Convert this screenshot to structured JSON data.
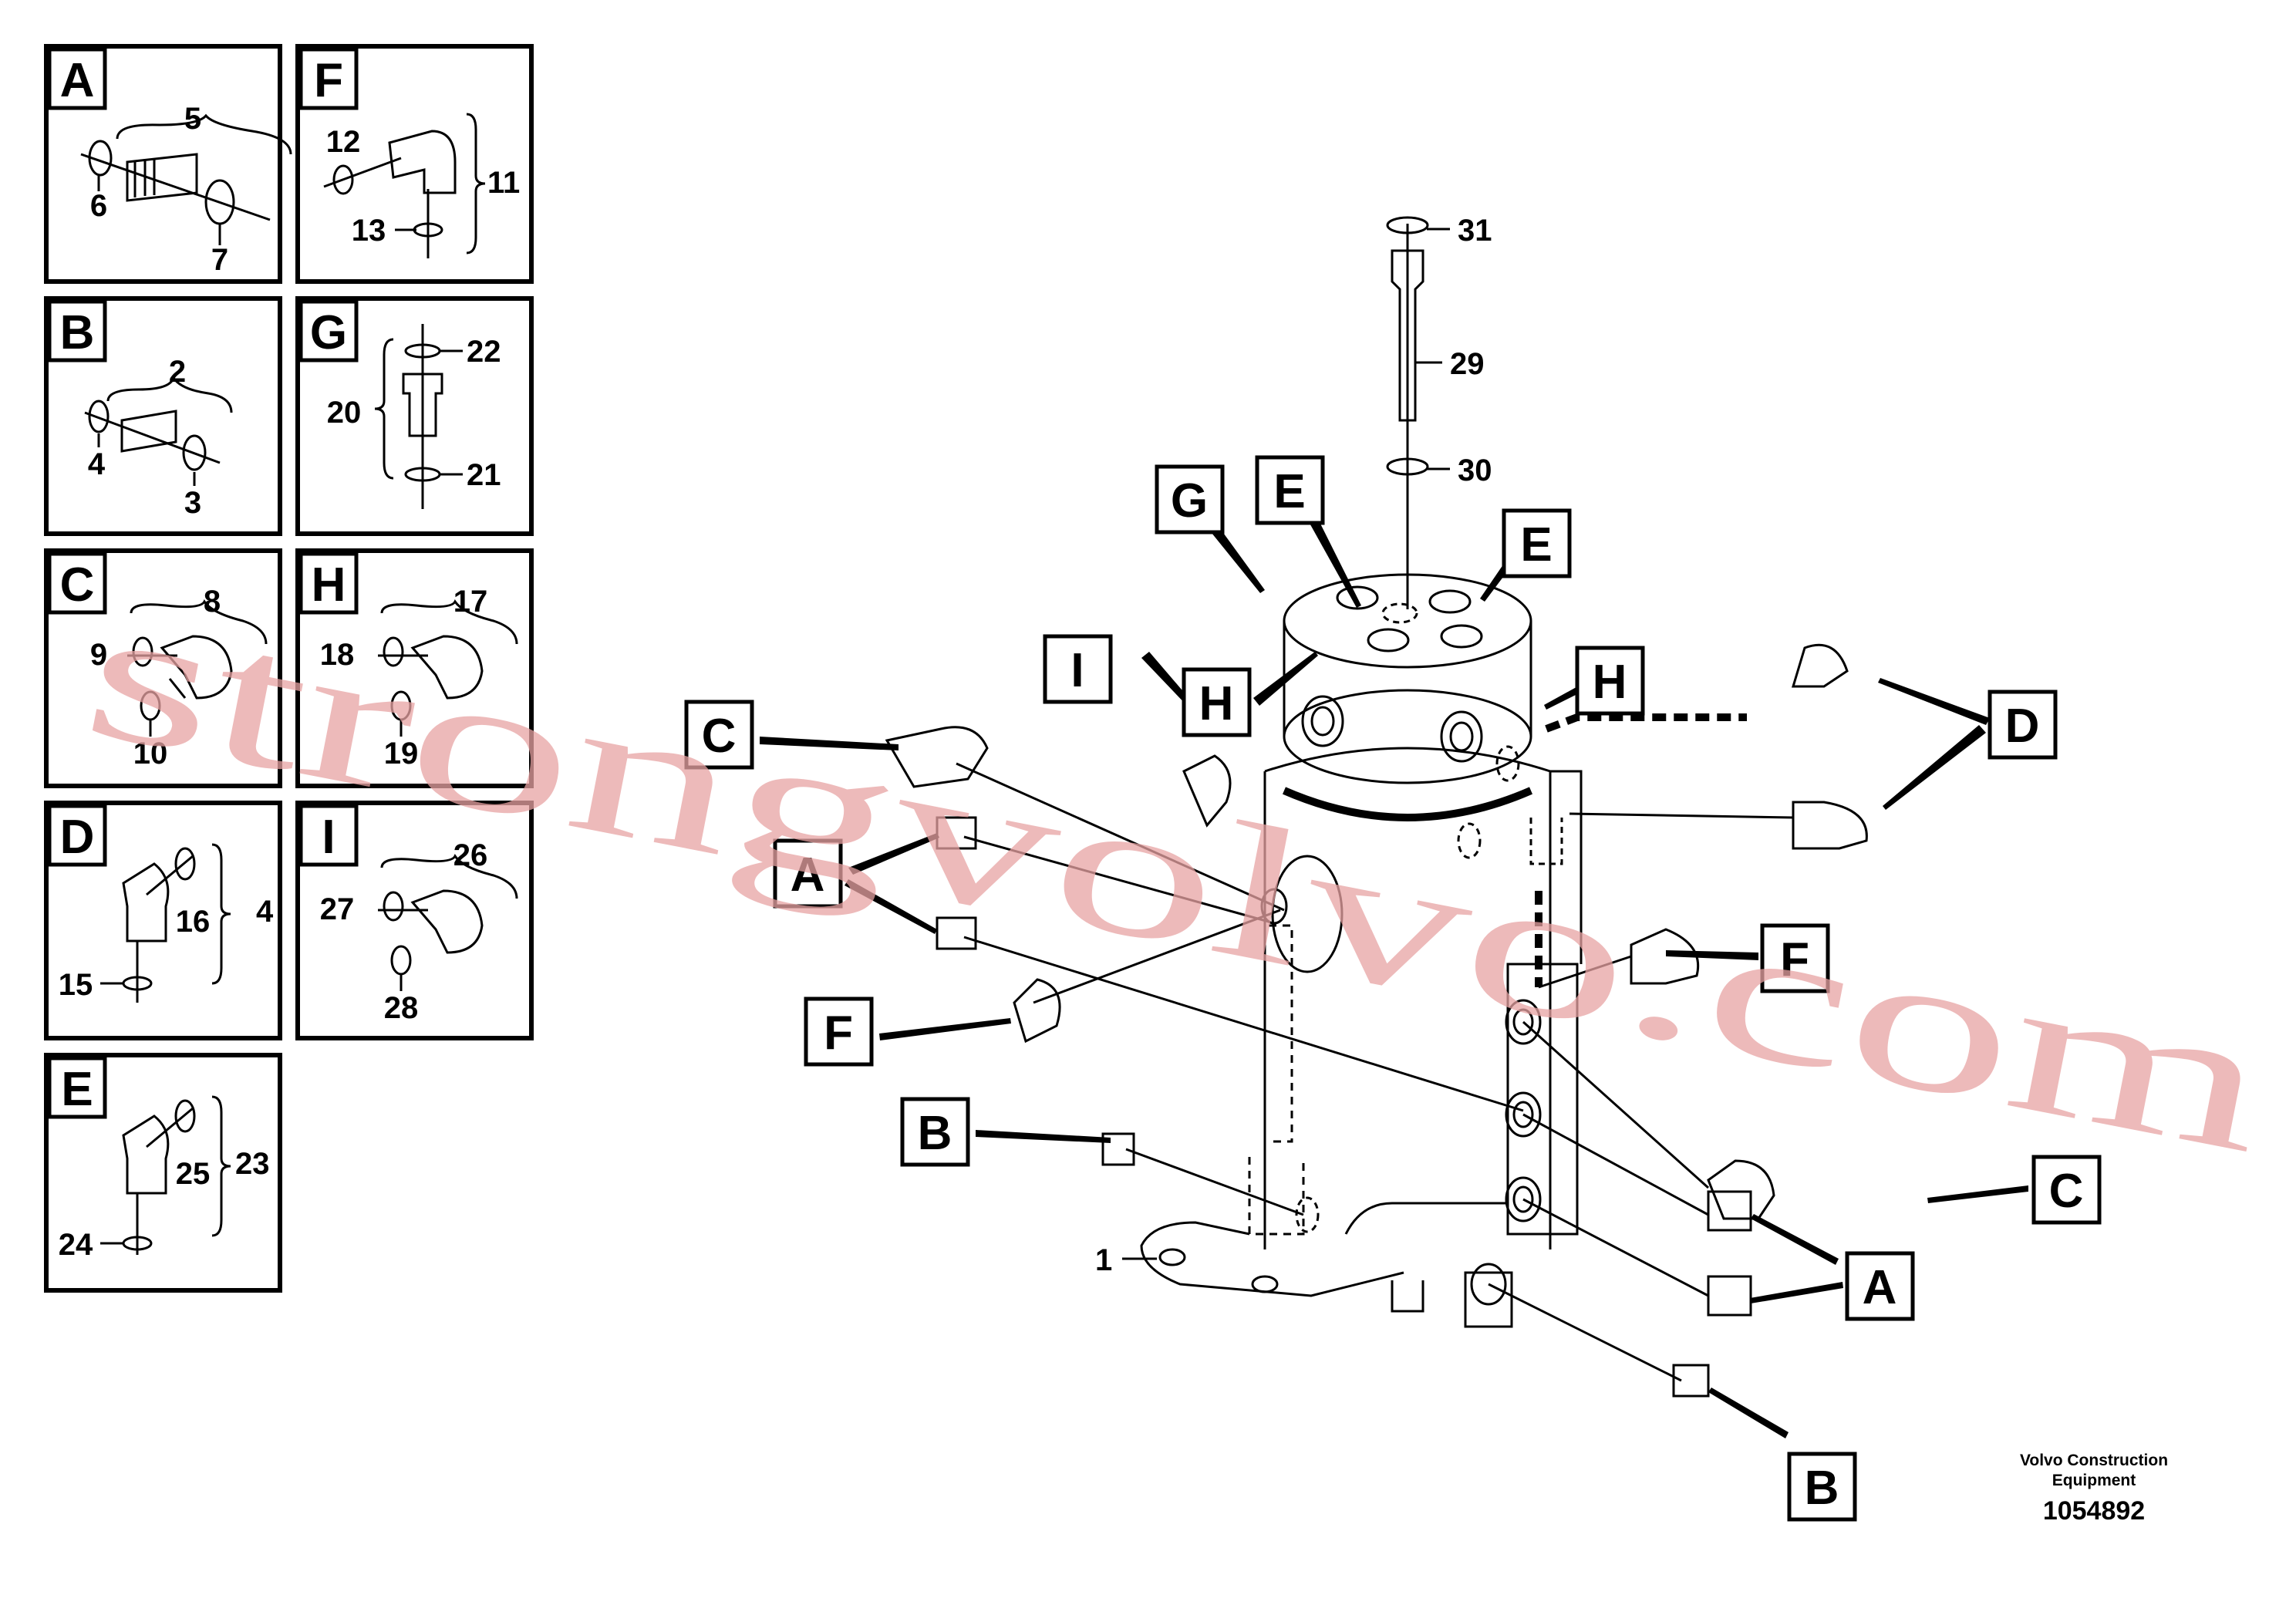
{
  "panels": [
    {
      "letter": "A",
      "nums": [
        "5",
        "6",
        "7"
      ]
    },
    {
      "letter": "F",
      "nums": [
        "12",
        "11",
        "13"
      ]
    },
    {
      "letter": "B",
      "nums": [
        "2",
        "4",
        "3"
      ]
    },
    {
      "letter": "G",
      "nums": [
        "22",
        "20",
        "21"
      ]
    },
    {
      "letter": "C",
      "nums": [
        "8",
        "9",
        "10"
      ]
    },
    {
      "letter": "H",
      "nums": [
        "17",
        "18",
        "19"
      ]
    },
    {
      "letter": "D",
      "nums": [
        "16",
        "4",
        "15"
      ]
    },
    {
      "letter": "I",
      "nums": [
        "26",
        "27",
        "28"
      ]
    },
    {
      "letter": "E",
      "nums": [
        "25",
        "23",
        "24"
      ]
    }
  ],
  "callouts": {
    "g": "G",
    "e1": "E",
    "e2": "E",
    "i": "I",
    "h1": "H",
    "h2": "H",
    "c1": "C",
    "d": "D",
    "a1": "A",
    "f1": "F",
    "f2": "F",
    "b1": "B",
    "c2": "C",
    "a2": "A",
    "b2": "B"
  },
  "part_numbers": {
    "p31": "31",
    "p29": "29",
    "p30": "30",
    "p1": "1"
  },
  "watermark": "strongvolvo.com",
  "caption": {
    "line1": "Volvo Construction",
    "line2": "Equipment",
    "number": "1054892"
  },
  "colors": {
    "line": "#000000",
    "watermark": "#e8a3a3",
    "background": "#ffffff"
  }
}
